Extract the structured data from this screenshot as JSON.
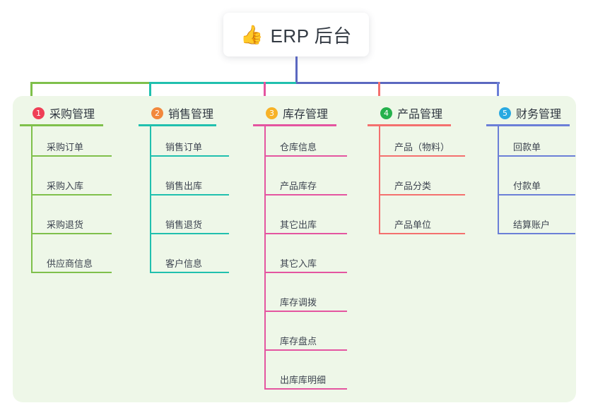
{
  "title": {
    "emoji": "👍",
    "emoji_name": "thumbs-up-icon",
    "text": "ERP 后台"
  },
  "colors": {
    "panel_background": "#eef7e8",
    "page_background": "#ffffff",
    "root_connector": "#5b68c0",
    "bus_green": "#7fc04b",
    "bus_teal": "#20c0ae",
    "bus_blue": "#5b68c0",
    "title_text": "#333a43"
  },
  "columns": [
    {
      "index": "1",
      "badge_color": "#ef3f56",
      "line_color": "#7fc04b",
      "title": "采购管理",
      "items": [
        "采购订单",
        "采购入库",
        "采购退货",
        "供应商信息"
      ]
    },
    {
      "index": "2",
      "badge_color": "#f2883c",
      "line_color": "#20c0ae",
      "title": "销售管理",
      "items": [
        "销售订单",
        "销售出库",
        "销售退货",
        "客户信息"
      ]
    },
    {
      "index": "3",
      "badge_color": "#f7b227",
      "line_color": "#e455a0",
      "title": "库存管理",
      "items": [
        "仓库信息",
        "产品库存",
        "其它出库",
        "其它入库",
        "库存调拨",
        "库存盘点",
        "出库库明细"
      ]
    },
    {
      "index": "4",
      "badge_color": "#25b14c",
      "line_color": "#f4706e",
      "title": "产品管理",
      "items": [
        "产品（物料）",
        "产品分类",
        "产品单位"
      ]
    },
    {
      "index": "5",
      "badge_color": "#29a9e1",
      "line_color": "#6b7fd7",
      "title": "财务管理",
      "items": [
        "回款单",
        "付款单",
        "结算账户"
      ]
    }
  ]
}
